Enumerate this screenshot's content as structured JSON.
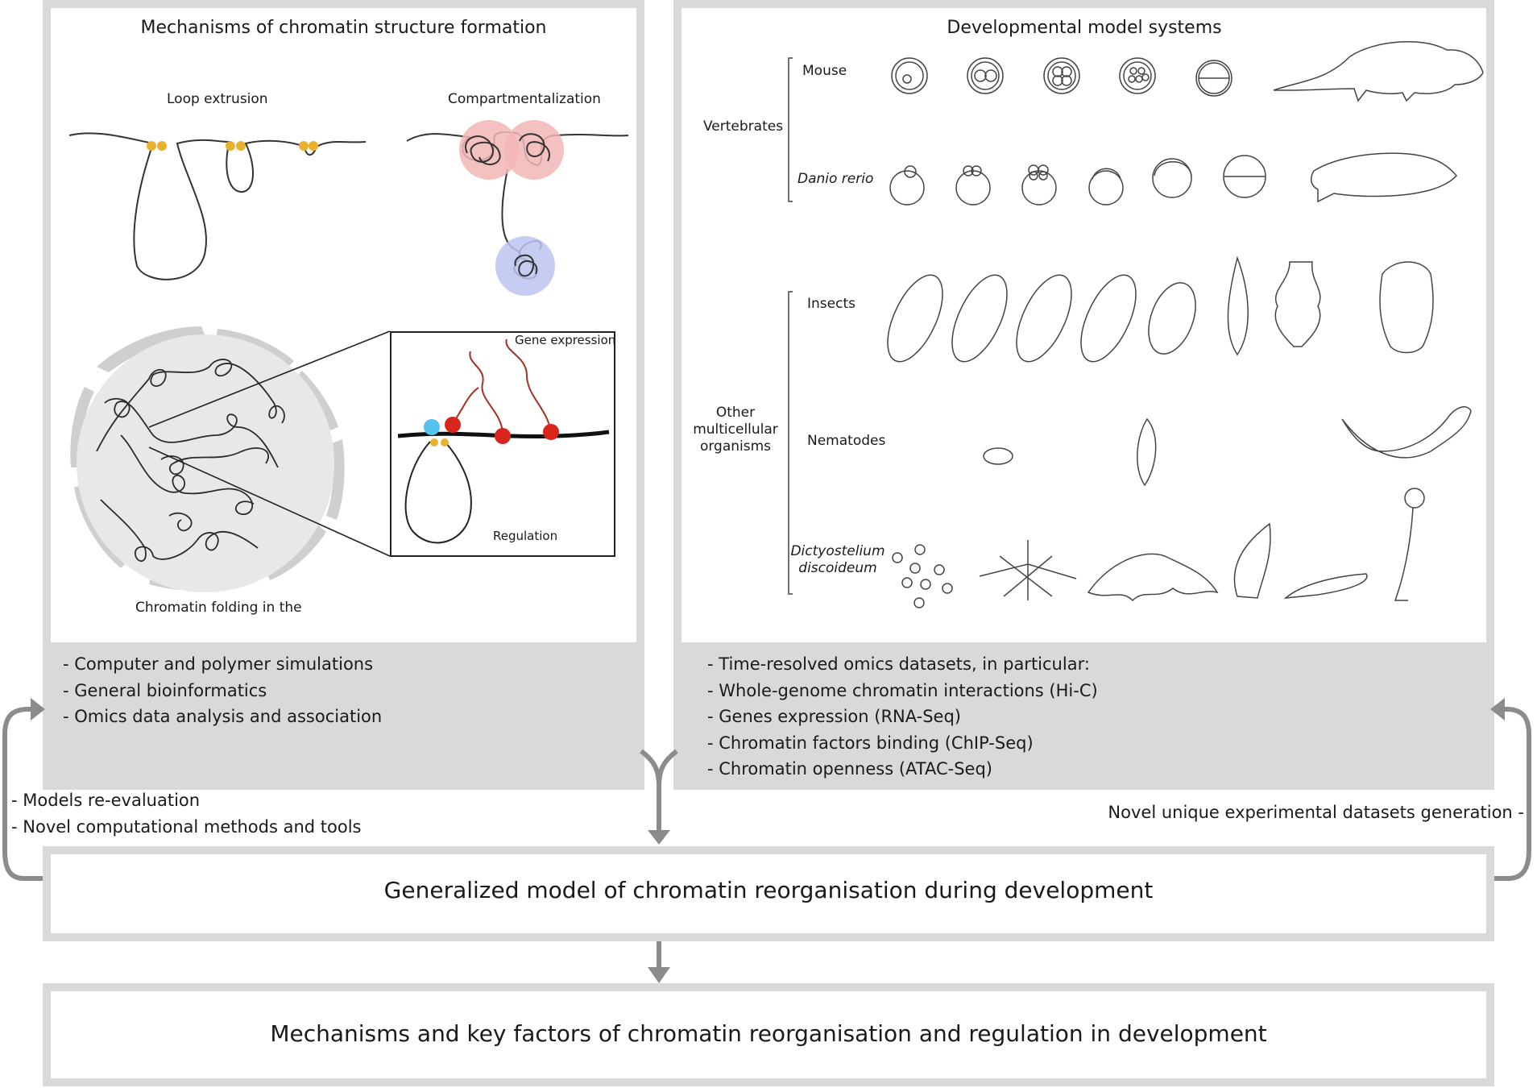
{
  "left_panel": {
    "title": "Mechanisms of chromatin structure formation",
    "loop_extrusion_label": "Loop extrusion",
    "compartmentalization_label": "Compartmentalization",
    "gene_expression_label": "Gene expression",
    "regulation_label": "Regulation",
    "nucleus_label": "Chromatin folding in the",
    "methods": [
      "Computer and polymer simulations",
      "General bioinformatics",
      "Omics data analysis and association"
    ]
  },
  "right_panel": {
    "title": "Developmental model systems",
    "group_vertebrates": "Vertebrates",
    "group_other": "Other multicellular organisms",
    "organisms": {
      "mouse": "Mouse",
      "danio": "Danio rerio",
      "insects": "Insects",
      "nematodes": "Nematodes",
      "dicty": "Dictyostelium discoideum"
    },
    "datasets": [
      "Time-resolved omics datasets, in particular:",
      "Whole-genome chromatin interactions (Hi-C)",
      "Genes expression (RNA-Seq)",
      "Chromatin factors binding (ChIP-Seq)",
      "Chromatin openness (ATAC-Seq)"
    ]
  },
  "feedback_left": [
    "Models re-evaluation",
    "Novel computational methods and tools"
  ],
  "feedback_right": "Novel unique experimental datasets generation -",
  "generalized_model": "Generalized model of chromatin reorganisation during development",
  "mechanisms_box": "Mechanisms and key factors of chromatin reorganisation and regulation in development",
  "colors": {
    "frame": "#d9d9d9",
    "arrow": "#8c8c8c",
    "cohesin": "#e8b230",
    "compartment_a": "#f2b6b6",
    "compartment_b": "#bcc3f0",
    "factor_red": "#d8261c",
    "factor_blue": "#56c2ee",
    "transcript": "#a33020"
  }
}
